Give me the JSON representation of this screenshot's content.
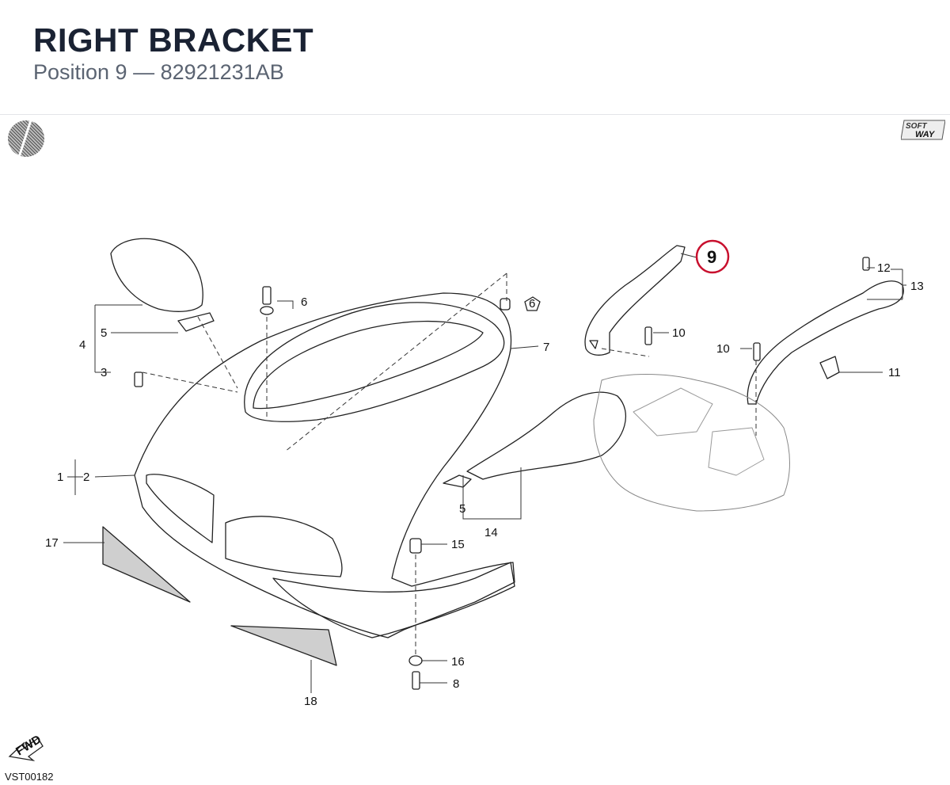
{
  "header": {
    "title": "RIGHT BRACKET",
    "subtitle": "Position 9 — 82921231AB"
  },
  "diagram": {
    "highlight_color": "#c8102e",
    "highlighted_position": "9",
    "callouts": {
      "c1": "1",
      "c2": "2",
      "c3": "3",
      "c4": "4",
      "c5a": "5",
      "c5b": "5",
      "c6": "6",
      "c6b": "6",
      "c7": "7",
      "c8": "8",
      "c9": "9",
      "c10a": "10",
      "c10b": "10",
      "c11": "11",
      "c12": "12",
      "c13": "13",
      "c14": "14",
      "c15": "15",
      "c16": "16",
      "c17": "17",
      "c18": "18"
    },
    "fwd_label": "FWD",
    "logo_text_1": "SOFT",
    "logo_text_2": "WAY",
    "drawing_code": "VST00182"
  }
}
